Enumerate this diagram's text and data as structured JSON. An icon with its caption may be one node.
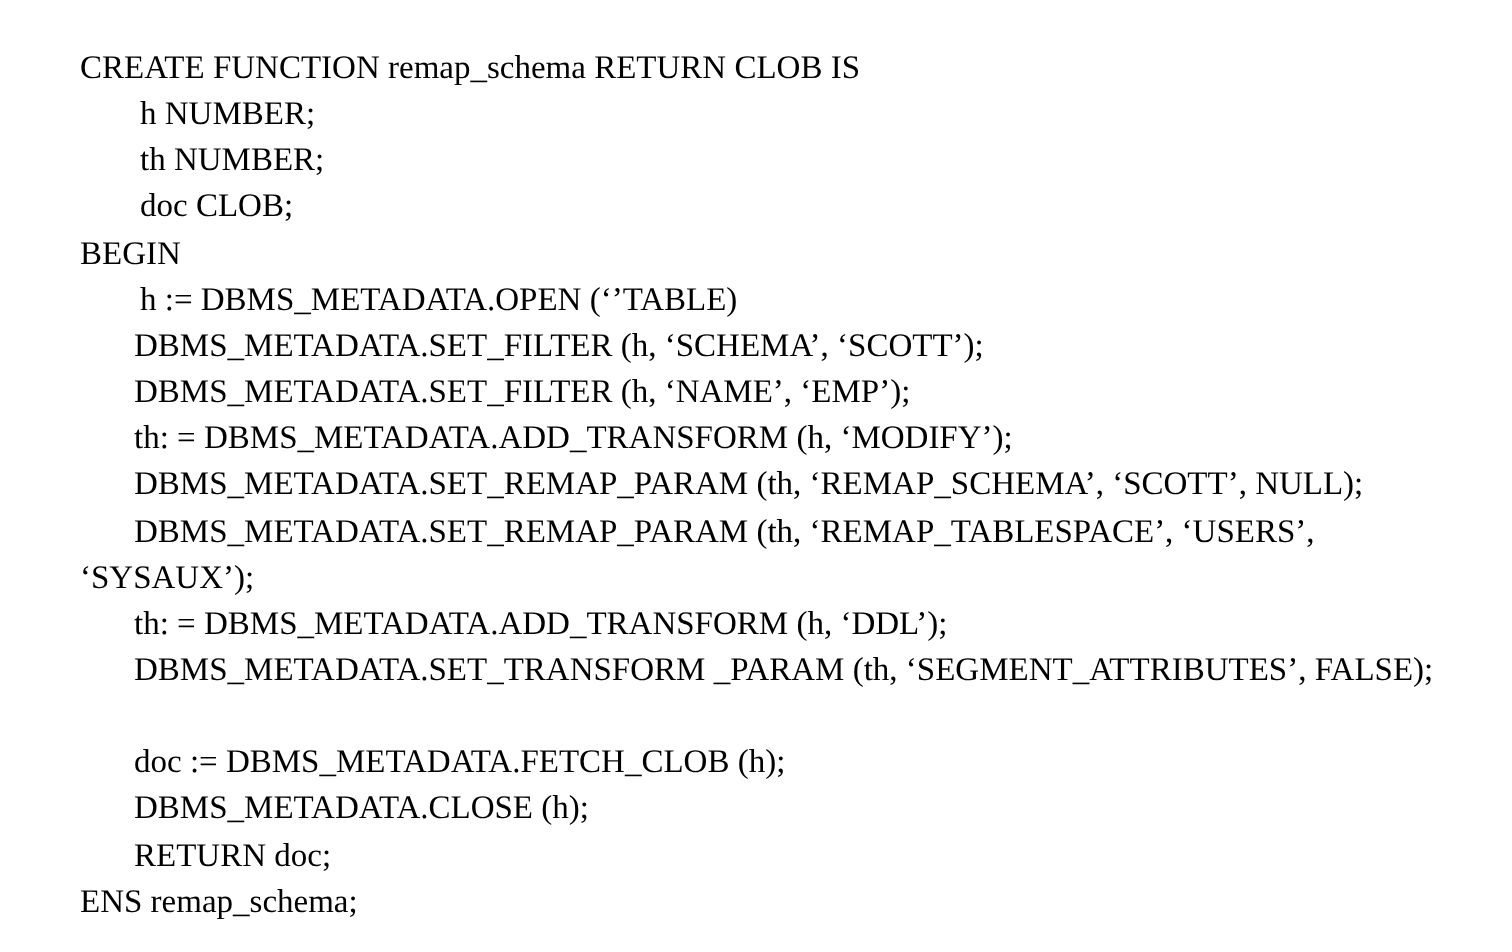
{
  "diagram": {
    "labels": [
      "CREATE FUNCTION remap_schema RETURN CLOB IS",
      "h NUMBER;",
      "th NUMBER;",
      "doc CLOB;",
      "BEGIN",
      "h := DBMS_METADATA.OPEN (‘’TABLE)",
      "DBMS_METADATA.SET_FILTER (h, ‘SCHEMA’, ‘SCOTT’);",
      "DBMS_METADATA.SET_FILTER (h, ‘NAME’, ‘EMP’);",
      "th: = DBMS_METADATA.ADD_TRANSFORM (h, ‘MODIFY’);",
      "DBMS_METADATA.SET_REMAP_PARAM (th, ‘REMAP_SCHEMA’, ‘SCOTT’, NULL);",
      "DBMS_METADATA.SET_REMAP_PARAM (th, ‘REMAP_TABLESPACE’, ‘USERS’, ‘SYSAUX’);",
      "th: = DBMS_METADATA.ADD_TRANSFORM (h, ‘DDL’);",
      "DBMS_METADATA.SET_TRANSFORM _PARAM (th, ‘SEGMENT_ATTRIBUTES’, FALSE);",
      "doc := DBMS_METADATA.FETCH_CLOB (h);",
      "DBMS_METADATA.CLOSE (h);",
      "RETURN doc;",
      "ENS remap_schema;"
    ]
  }
}
